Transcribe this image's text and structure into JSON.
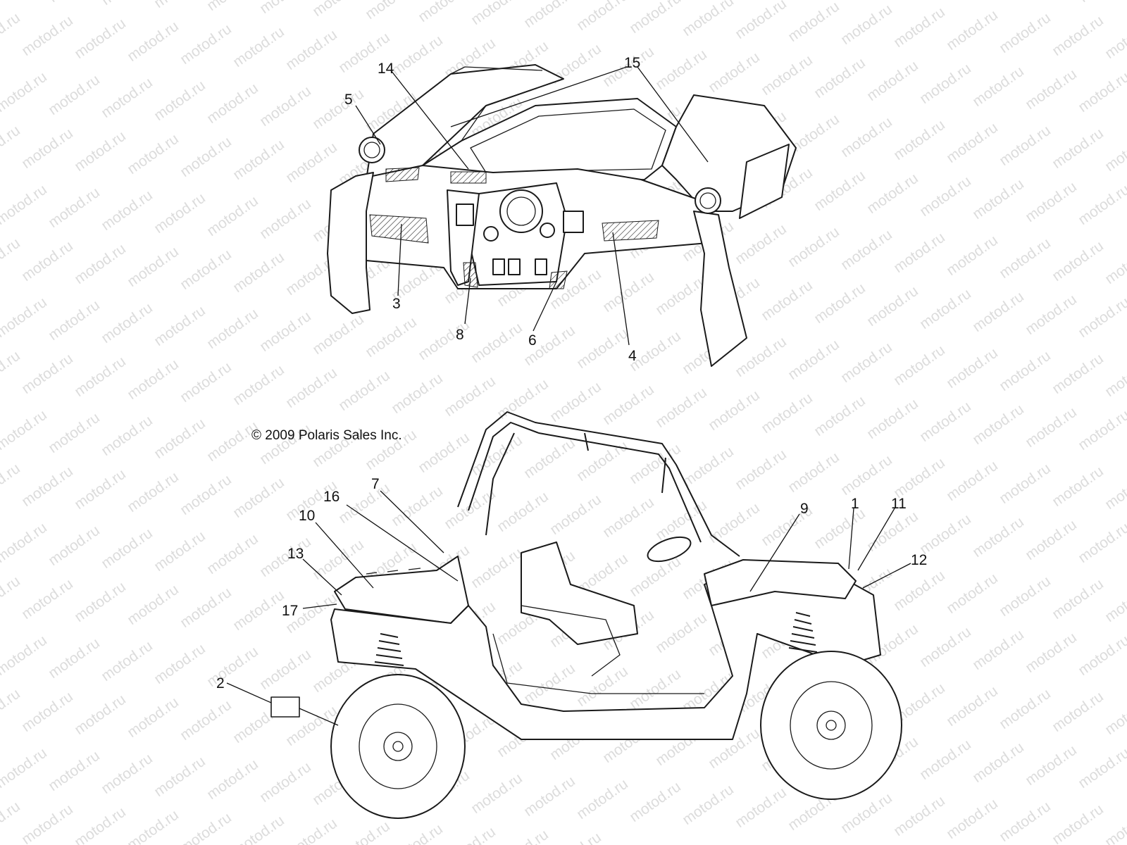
{
  "watermark": {
    "text": "motod.ru"
  },
  "copyright": "© 2009 Polaris Sales Inc.",
  "dash_view": {
    "callouts": [
      "14",
      "15",
      "5",
      "3",
      "8",
      "6",
      "4"
    ]
  },
  "vehicle_view": {
    "callouts": [
      "7",
      "16",
      "10",
      "13",
      "17",
      "2",
      "9",
      "1",
      "11",
      "12"
    ]
  }
}
